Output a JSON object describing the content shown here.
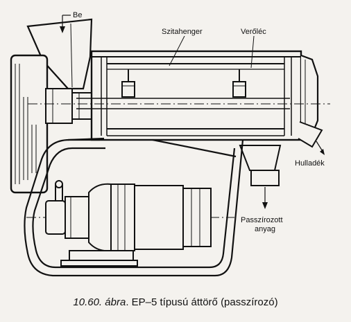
{
  "labels": {
    "inlet": "Be",
    "screen_drum": "Szitahenger",
    "beater": "Verőléc",
    "waste": "Hulladék",
    "passed_line1": "Passzírozott",
    "passed_line2": "anyag"
  },
  "caption": {
    "number": "10.60.",
    "word": "ábra",
    "text": ". EP–5 típusú áttörő (passzírozó)"
  }
}
